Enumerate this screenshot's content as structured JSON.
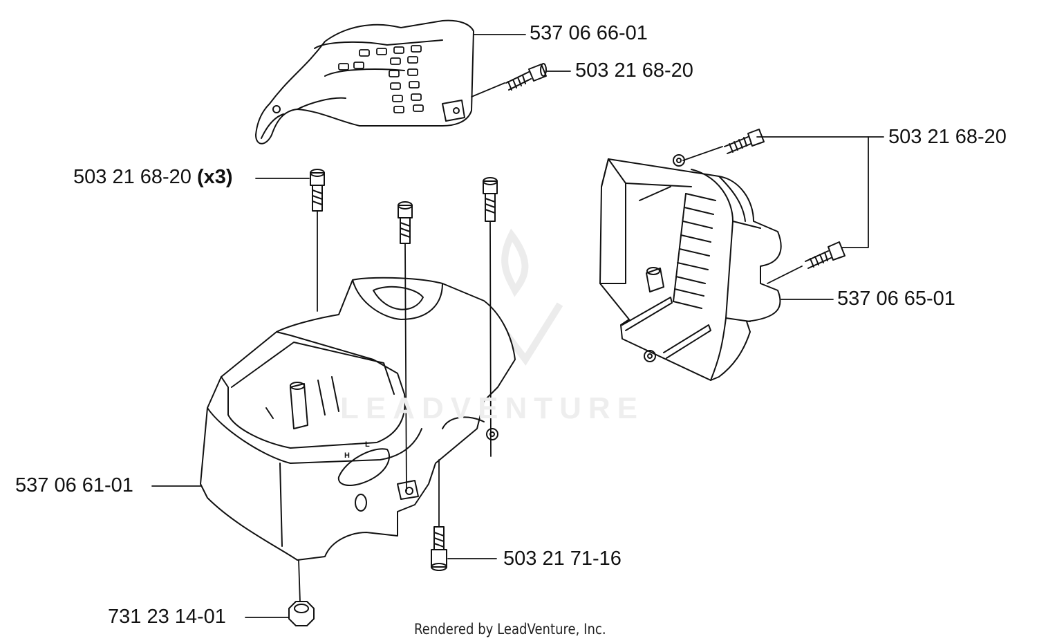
{
  "labels": {
    "top_cover": "537 06 66-01",
    "top_cover_screw": "503 21 68-20",
    "right_cover_screws": "503 21 68-20",
    "cylinder_screws": "503 21 68-20",
    "cylinder_screws_qty": "(x3)",
    "right_cover": "537 06 65-01",
    "cylinder_cover": "537 06 61-01",
    "bottom_screw": "503 21 71-16",
    "nut": "731 23 14-01"
  },
  "footer": "Rendered by LeadVenture, Inc.",
  "watermark": "LEADVENTURE"
}
